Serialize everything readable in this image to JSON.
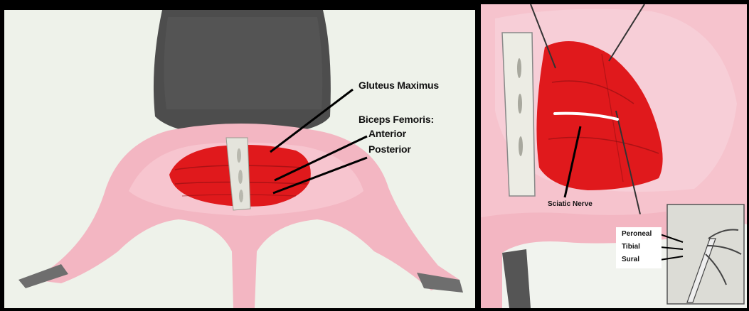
{
  "left_panel": {
    "labels": {
      "gluteus": "Gluteus Maximus",
      "biceps": "Biceps Femoris:",
      "anterior": "Anterior",
      "posterior": "Posterior"
    }
  },
  "right_panel": {
    "labels": {
      "sciatic": "Sciatic Nerve"
    },
    "inset": {
      "peroneal": "Peroneal",
      "tibial": "Tibial",
      "sural": "Sural"
    }
  },
  "colors": {
    "fur": "#4a4a4a",
    "skin": "#f3b8c4",
    "muscle": "#e11d1d",
    "background": "#eef2ea",
    "nerve": "#ffffff"
  }
}
